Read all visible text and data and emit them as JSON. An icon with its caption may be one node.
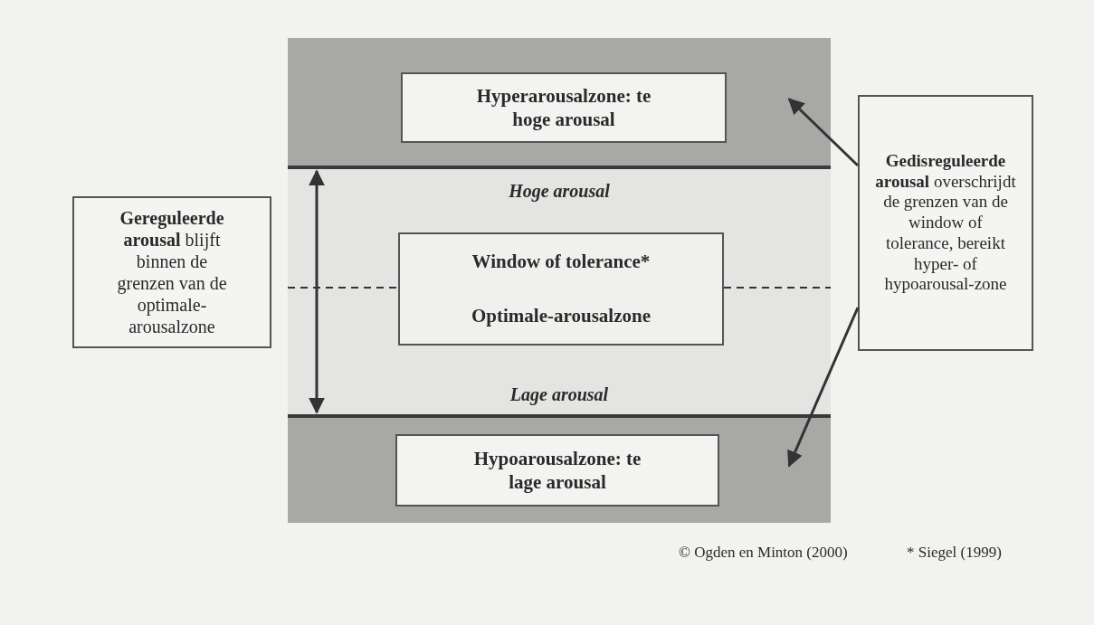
{
  "diagram": {
    "nodes": [
      {
        "text": [],
        "shape": "box"
      },
      {
        "text": [
          "Hyperarousalzone: te hoge arousal"
        ],
        "in": 0
      },
      {
        "text": [
          "Window of tolerance*",
          "Optimale-arousalzone"
        ]
      },
      {
        "text": [],
        "shape": "box"
      },
      {
        "text": [
          "Hypoarousalzone: te lage arousal"
        ],
        "in": 3
      },
      {
        "text": [
          "**Gereguleerde arousal** blijft binnen de grenzen van de optimale-arousalzone"
        ]
      },
      {
        "text": [
          "**Gedisreguleerde arousal** overschrijdt de grenzen van de window of tolerance, bereikt hyper- of hypoarousal-zone"
        ]
      }
    ],
    "edges": [
      {
        "from": 6,
        "to": 0,
        "arrow": "to"
      },
      {
        "from": 6,
        "to": 3,
        "arrow": "to"
      },
      {
        "from": 0,
        "to": 3,
        "arrow": "both"
      }
    ],
    "labels": [
      "Hoge arousal",
      "Lage arousal",
      "© Ogden en Minton (2000)",
      "* Siegel (1999)"
    ]
  }
}
